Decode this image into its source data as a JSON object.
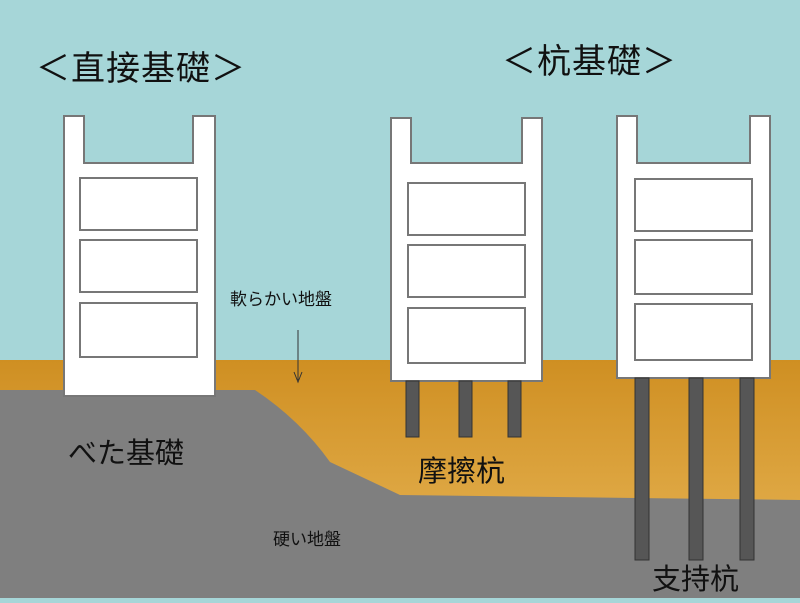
{
  "labels": {
    "direct_foundation_title": "＜直接基礎＞",
    "pile_foundation_title": "＜杭基礎＞",
    "soft_ground": "軟らかい地盤",
    "hard_ground": "硬い地盤",
    "mat_foundation": "べた基礎",
    "friction_pile": "摩擦杭",
    "bearing_pile": "支持杭"
  },
  "colors": {
    "sky": "#a6d6d8",
    "soft_soil": "#d49a34",
    "hard_soil": "#7f7f7f",
    "building": "#ffffff",
    "pile": "#565656"
  }
}
